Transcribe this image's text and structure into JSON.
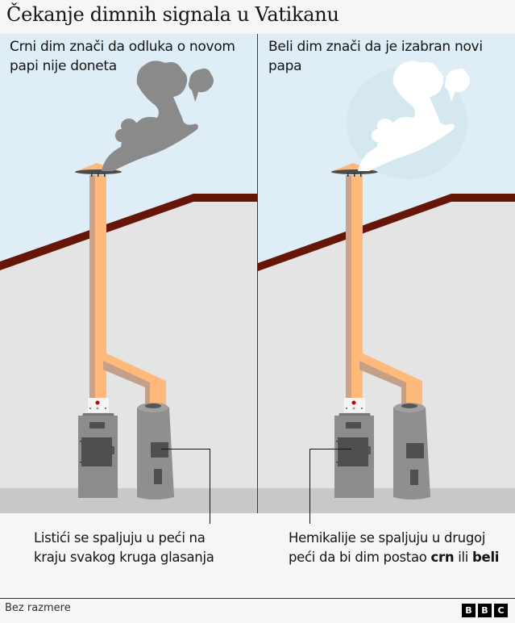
{
  "header": {
    "title": "Čekanje dimnih signala u Vatikanu"
  },
  "panels": {
    "left": {
      "label": "Crni dim znači da odluka o novom papi nije doneta",
      "smoke_color": "#8a8a8a"
    },
    "right": {
      "label": "Beli dim znači da je izabran novi papa",
      "smoke_color": "#ffffff"
    }
  },
  "captions": {
    "left": "Listići se spaljuju u peći na kraju svakog kruga glasanja",
    "right_prefix": "Hemikalije se spaljuju u drugoj peći da bi dim postao ",
    "right_bold_1": "crn",
    "right_mid": " ili ",
    "right_bold_2": "beli"
  },
  "footer": {
    "note": "Bez razmere",
    "logo_letters": [
      "B",
      "B",
      "C"
    ]
  },
  "colors": {
    "sky": "#dfeef6",
    "wall": "#e4e4e4",
    "floor": "#c8c8c8",
    "roof_edge": "#651607",
    "pipe": "#ffb97a",
    "pipe_shadow": "#c4a088",
    "stove": "#8c8c8c",
    "stove_door": "#4f4f4f",
    "indicator_red": "#cc0000"
  }
}
